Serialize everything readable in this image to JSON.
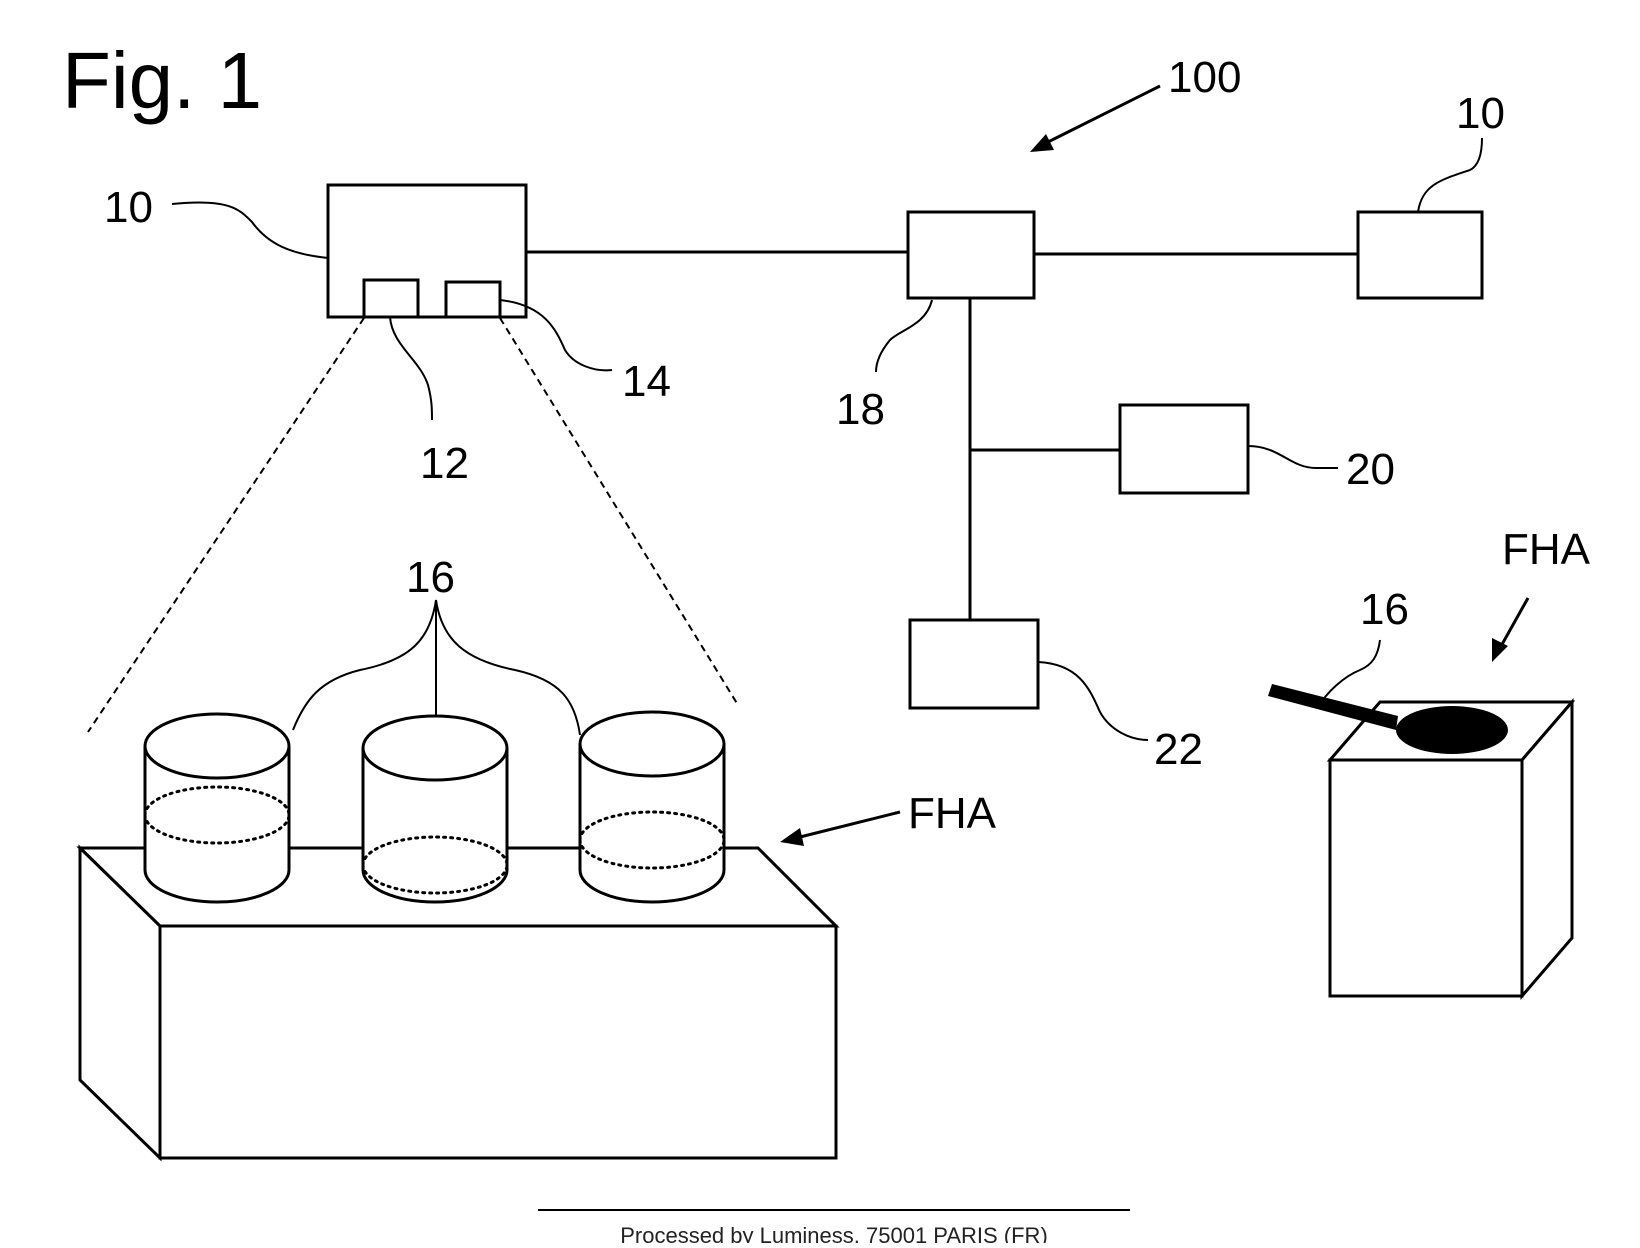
{
  "figure": {
    "title": "Fig. 1",
    "labels": {
      "system": "100",
      "camera_left": "10",
      "camera_right": "10",
      "sensor_12": "12",
      "sensor_14": "14",
      "hub": "18",
      "unit_20": "20",
      "unit_22": "22",
      "containers_left": "16",
      "container_right": "16",
      "fha_left": "FHA",
      "fha_right": "FHA"
    },
    "footer": "Processed by Luminess, 75001 PARIS (FR)"
  }
}
